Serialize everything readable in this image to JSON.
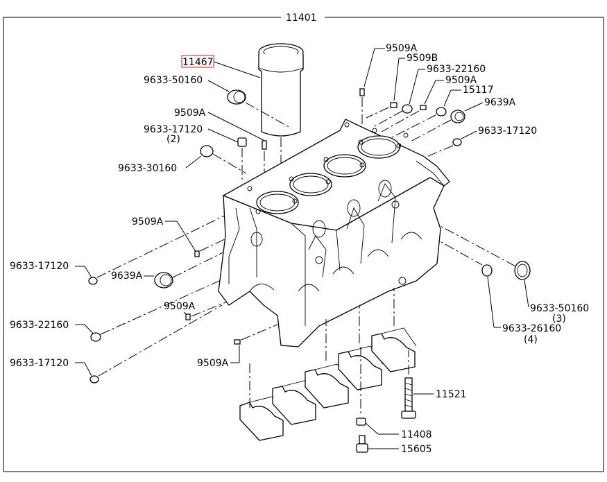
{
  "labels": {
    "assembly": "11401",
    "liner": "11467",
    "p_9509A_top": "9509A",
    "p_9509B": "9509B",
    "p_22160_top": "9633-22160",
    "p_9509A_top2": "9509A",
    "p_15117": "15117",
    "p_9639A_right": "9639A",
    "p_17120_right": "9633-17120",
    "p_50160_top": "9633-50160",
    "p_9509A_left_top": "9509A",
    "p_17120_left_top": "9633-17120",
    "p_17120_left_top_qty": "(2)",
    "p_30160": "9633-30160",
    "p_9509A_mid": "9509A",
    "p_17120_left": "9633-17120",
    "p_9639A_left": "9639A",
    "p_9509A_low": "9509A",
    "p_22160_left": "9633-22160",
    "p_17120_bottom": "9633-17120",
    "p_9509A_bottom": "9509A",
    "p_50160_right": "9633-50160",
    "p_50160_right_qty": "(3)",
    "p_26160": "9633-26160",
    "p_26160_qty": "(4)",
    "p_11521": "11521",
    "p_11408": "11408",
    "p_15605": "15605"
  },
  "colors": {
    "line": "#000000",
    "highlight": "#e04040",
    "background": "#ffffff"
  }
}
